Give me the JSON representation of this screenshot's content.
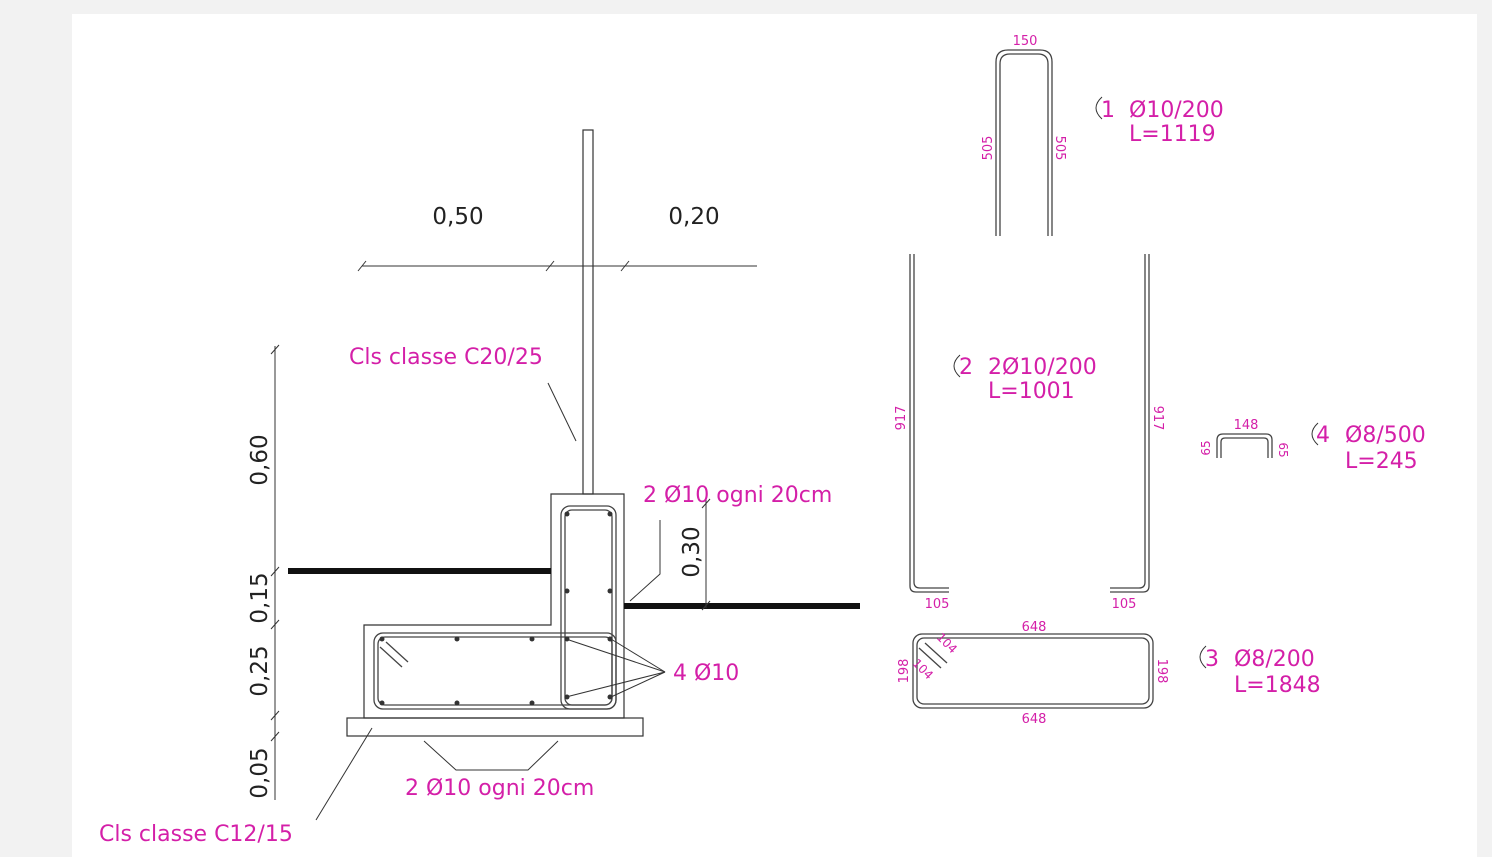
{
  "section": {
    "dim_horizontal_left": "0,50",
    "dim_horizontal_right": "0,20",
    "dim_vertical_stem": "0,60",
    "dim_vertical_step": "0,15",
    "dim_vertical_footing": "0,25",
    "dim_vertical_lean": "0,05",
    "dim_vertical_wall": "0,30",
    "label_concrete_wall": "Cls classe C20/25",
    "label_concrete_lean": "Cls classe C12/15",
    "label_rebar_top": "2 Ø10 ogni 20cm",
    "label_rebar_bottom": "2 Ø10 ogni 20cm",
    "label_rebar_longitudinal": "4 Ø10"
  },
  "bars": {
    "bar1": {
      "mark": "1",
      "spec": "Ø10/200",
      "length": "L=1119",
      "dim_top": "150",
      "dim_left": "505",
      "dim_right": "505"
    },
    "bar2": {
      "mark": "2",
      "spec": "2Ø10/200",
      "length": "L=1001",
      "dim_left": "917",
      "dim_right": "917",
      "dim_hook_left": "105",
      "dim_hook_right": "105"
    },
    "bar3": {
      "mark": "3",
      "spec": "Ø8/200",
      "length": "L=1848",
      "dim_top": "648",
      "dim_bottom": "648",
      "dim_left": "198",
      "dim_right": "198",
      "dim_hook_a": "104",
      "dim_hook_b": "104"
    },
    "bar4": {
      "mark": "4",
      "spec": "Ø8/500",
      "length": "L=245",
      "dim_top": "148",
      "dim_left": "65",
      "dim_right": "65"
    }
  },
  "colors": {
    "annotation": "#d41fa8",
    "line": "#333333",
    "background": "#ffffff"
  }
}
